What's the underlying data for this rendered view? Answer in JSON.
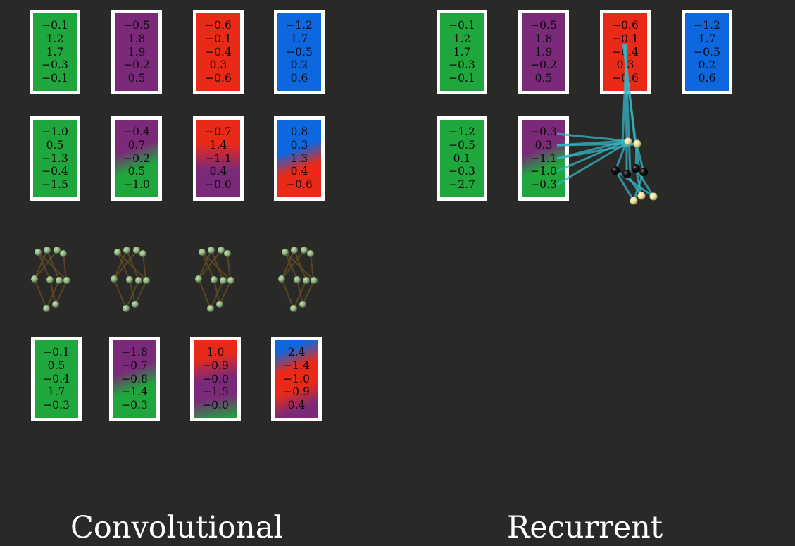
{
  "panels": {
    "convolutional": {
      "title": "Convolutional",
      "top_rows": [
        [
          {
            "values": [
              "−0.1",
              "1.2",
              "1.7",
              "−0.3",
              "−0.1"
            ]
          },
          {
            "values": [
              "−0.5",
              "1.8",
              "1.9",
              "−0.2",
              "0.5"
            ]
          },
          {
            "values": [
              "−0.6",
              "−0.1",
              "−0.4",
              "0.3",
              "−0.6"
            ]
          },
          {
            "values": [
              "−1.2",
              "1.7",
              "−0.5",
              "0.2",
              "0.6"
            ]
          }
        ],
        [
          {
            "values": [
              "−1.0",
              "0.5",
              "−1.3",
              "−0.4",
              "−1.5"
            ]
          },
          {
            "values": [
              "−0.4",
              "0.7",
              "−0.2",
              "0.5",
              "−1.0"
            ]
          },
          {
            "values": [
              "−0.7",
              "1.4",
              "−1.1",
              "0.4",
              "−0.0"
            ]
          },
          {
            "values": [
              "0.8",
              "0.3",
              "1.3",
              "0.4",
              "−0.6"
            ]
          }
        ]
      ],
      "output_row": [
        {
          "values": [
            "−0.1",
            "0.5",
            "−0.4",
            "1.7",
            "−0.3"
          ]
        },
        {
          "values": [
            "−1.8",
            "−0.7",
            "−0.8",
            "−1.4",
            "−0.3"
          ]
        },
        {
          "values": [
            "1.0",
            "−0.9",
            "−0.0",
            "−1.5",
            "−0.0"
          ]
        },
        {
          "values": [
            "2.4",
            "−1.4",
            "−1.0",
            "−0.9",
            "0.4"
          ]
        }
      ]
    },
    "recurrent": {
      "title": "Recurrent",
      "top_rows": [
        [
          {
            "values": [
              "−0.1",
              "1.2",
              "1.7",
              "−0.3",
              "−0.1"
            ]
          },
          {
            "values": [
              "−0.5",
              "1.8",
              "1.9",
              "−0.2",
              "0.5"
            ]
          },
          {
            "values": [
              "−0.6",
              "−0.1",
              "−0.4",
              "0.3",
              "−0.6"
            ]
          },
          {
            "values": [
              "−1.2",
              "1.7",
              "−0.5",
              "0.2",
              "0.6"
            ]
          }
        ],
        [
          {
            "values": [
              "−1.2",
              "−0.5",
              "0.1",
              "−0.3",
              "−2.7"
            ]
          },
          {
            "values": [
              "−0.3",
              "0.3",
              "−1.1",
              "−1.0",
              "−0.3"
            ]
          }
        ]
      ]
    }
  },
  "colors": {
    "background": "#292a28",
    "green": "#1fa63c",
    "purple": "#7b2a7a",
    "red": "#ea2a18",
    "blue": "#0d67df",
    "card_border": "#ffffff",
    "edge_cyan": "#35b6c6",
    "node_yellow": "#e9df9a",
    "node_black": "#0b0b0b",
    "conv_node": "#8fb07f",
    "conv_edge": "#6b4f22"
  }
}
